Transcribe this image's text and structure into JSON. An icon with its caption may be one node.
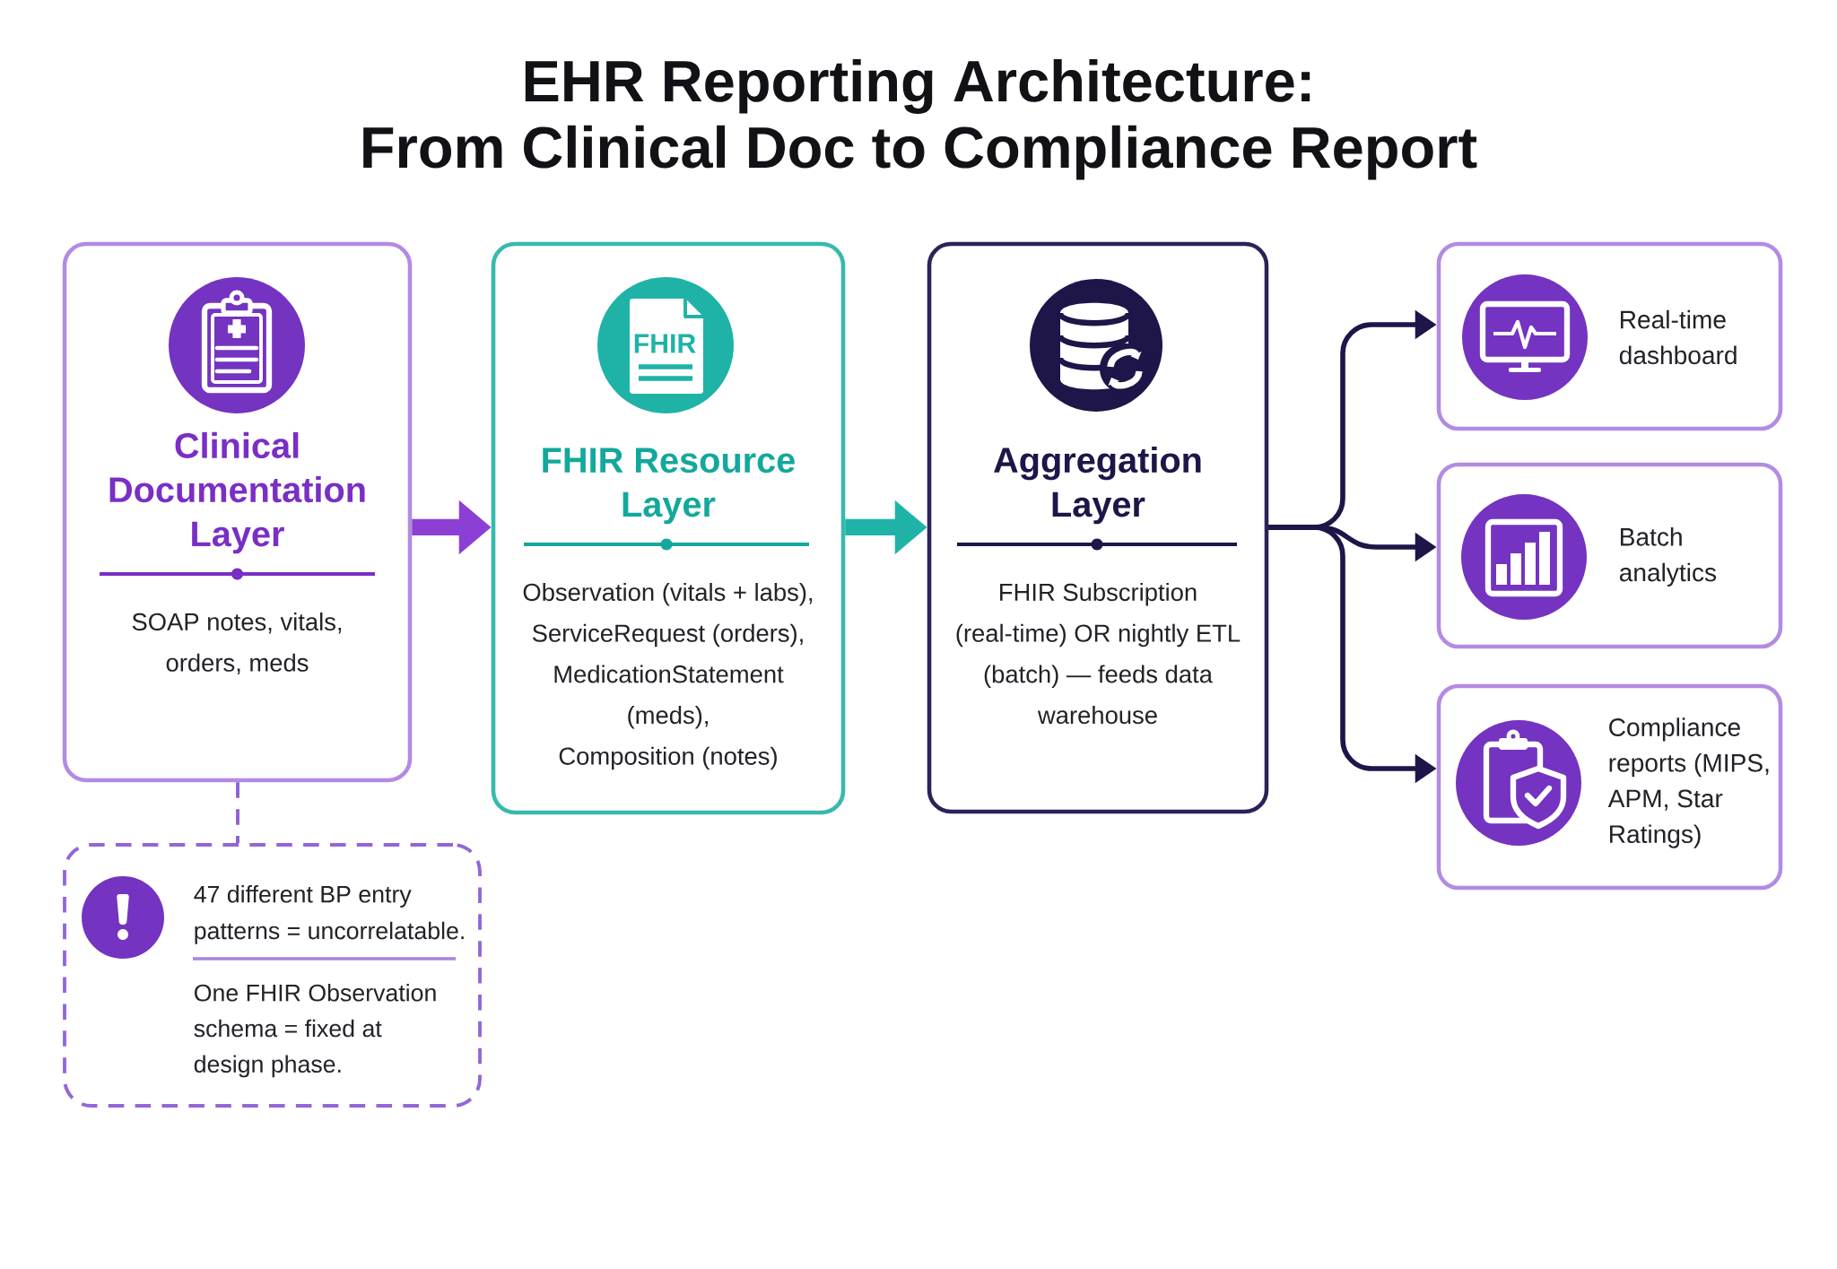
{
  "diagram": {
    "title": "EHR Reporting Architecture: From Clinical Doc to Compliance Report",
    "nodes": [
      {
        "text": [
          "Clinical Documentation Layer",
          "SOAP notes, vitals, orders, meds"
        ]
      },
      {
        "text": [
          "FHIR Resource Layer",
          "Observation (vitals + labs), ServiceRequest (orders), MedicationStatement (meds), Composition (notes)"
        ]
      },
      {
        "text": [
          "Aggregation Layer",
          "FHIR Subscription (real-time) OR nightly ETL (batch) — feeds data warehouse"
        ]
      },
      {
        "text": [
          "Real-time dashboard"
        ]
      },
      {
        "text": [
          "Batch analytics"
        ]
      },
      {
        "text": [
          "Compliance reports (MIPS, APM, Star Ratings)"
        ]
      },
      {
        "text": [
          "47 different BP entry patterns = uncorrelatable.",
          "One FHIR Observation schema = fixed at design phase."
        ]
      }
    ],
    "edges": [
      {
        "from": 0,
        "to": 1,
        "arrow": "to",
        "style": "thick",
        "color": "#8b3fd4"
      },
      {
        "from": 1,
        "to": 2,
        "arrow": "to",
        "style": "thick",
        "color": "#1fb3a7"
      },
      {
        "from": 2,
        "to": 3,
        "arrow": "to"
      },
      {
        "from": 2,
        "to": 4,
        "arrow": "to"
      },
      {
        "from": 2,
        "to": 5,
        "arrow": "to"
      },
      {
        "from": 0,
        "to": 6,
        "arrow": "none",
        "style": "dashed",
        "color": "#8e5fd6"
      }
    ],
    "labels": [
      "FHIR"
    ]
  }
}
